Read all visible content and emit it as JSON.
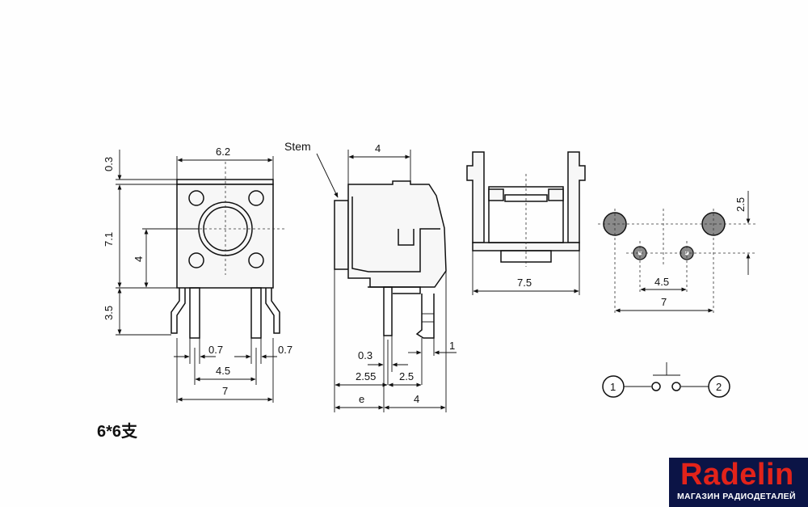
{
  "labels": {
    "stem": "Stem",
    "model": "6*6支"
  },
  "front_view": {
    "width_top": "6.2",
    "pin_pitch": "4.5",
    "body_width": "7",
    "pin_width_left": "0.7",
    "pin_width_right": "0.7",
    "height_top": "0.3",
    "body_height": "7.1",
    "button_height": "4",
    "lead_height": "3.5"
  },
  "side_view": {
    "stem_width": "4",
    "offset_a": "0.3",
    "offset_b": "2.55",
    "offset_c": "2.5",
    "tip": "1",
    "e": "e",
    "depth": "4"
  },
  "back_view": {
    "width": "7.5"
  },
  "footprint": {
    "row_spacing": "2.5",
    "small_pitch": "4.5",
    "large_pitch": "7"
  },
  "schematic": {
    "terminal_1": "1",
    "terminal_2": "2"
  },
  "logo": {
    "brand": "Radelin",
    "tagline": "МАГАЗИН РАДИОДЕТАЛЕЙ"
  },
  "colors": {
    "line": "#111111",
    "pad_fill": "#8a8a8a",
    "logo_bg": "#0b1446",
    "logo_accent": "#e2231a"
  }
}
